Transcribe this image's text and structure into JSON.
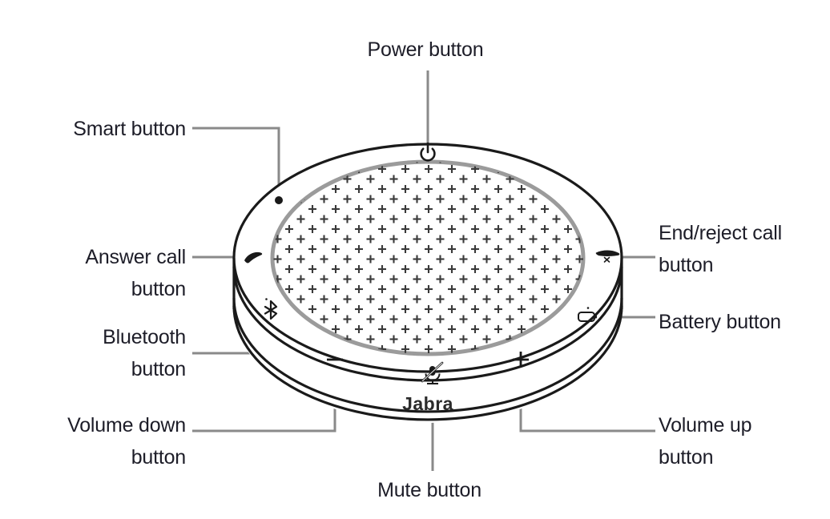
{
  "diagram": {
    "title": "Jabra speakerphone button callout diagram",
    "device_brand": "Jabra",
    "colors": {
      "outline": "#1a1a1a",
      "grille_ring": "#9b9b9b",
      "grille_marks": "#3a3a3a",
      "leader_line": "#8a8a8a",
      "text": "#1d1d28",
      "background": "#ffffff"
    },
    "callouts": [
      {
        "id": "power",
        "label": "Power button",
        "icon": "power-icon",
        "align": "center"
      },
      {
        "id": "smart",
        "label": "Smart button",
        "icon": "smart-dot-icon",
        "align": "right"
      },
      {
        "id": "answer",
        "label": "Answer call\nbutton",
        "icon": "answer-call-icon",
        "align": "right"
      },
      {
        "id": "bluetooth",
        "label": "Bluetooth\nbutton",
        "icon": "bluetooth-icon",
        "align": "right"
      },
      {
        "id": "volume_down",
        "label": "Volume down\nbutton",
        "icon": "minus-icon",
        "align": "right"
      },
      {
        "id": "endreject",
        "label": "End/reject call\nbutton",
        "icon": "end-call-icon",
        "align": "left"
      },
      {
        "id": "battery",
        "label": "Battery button",
        "icon": "battery-icon",
        "align": "left"
      },
      {
        "id": "volume_up",
        "label": "Volume up\nbutton",
        "icon": "plus-icon",
        "align": "left"
      },
      {
        "id": "mute",
        "label": "Mute button",
        "icon": "mute-mic-icon",
        "align": "center"
      }
    ]
  }
}
